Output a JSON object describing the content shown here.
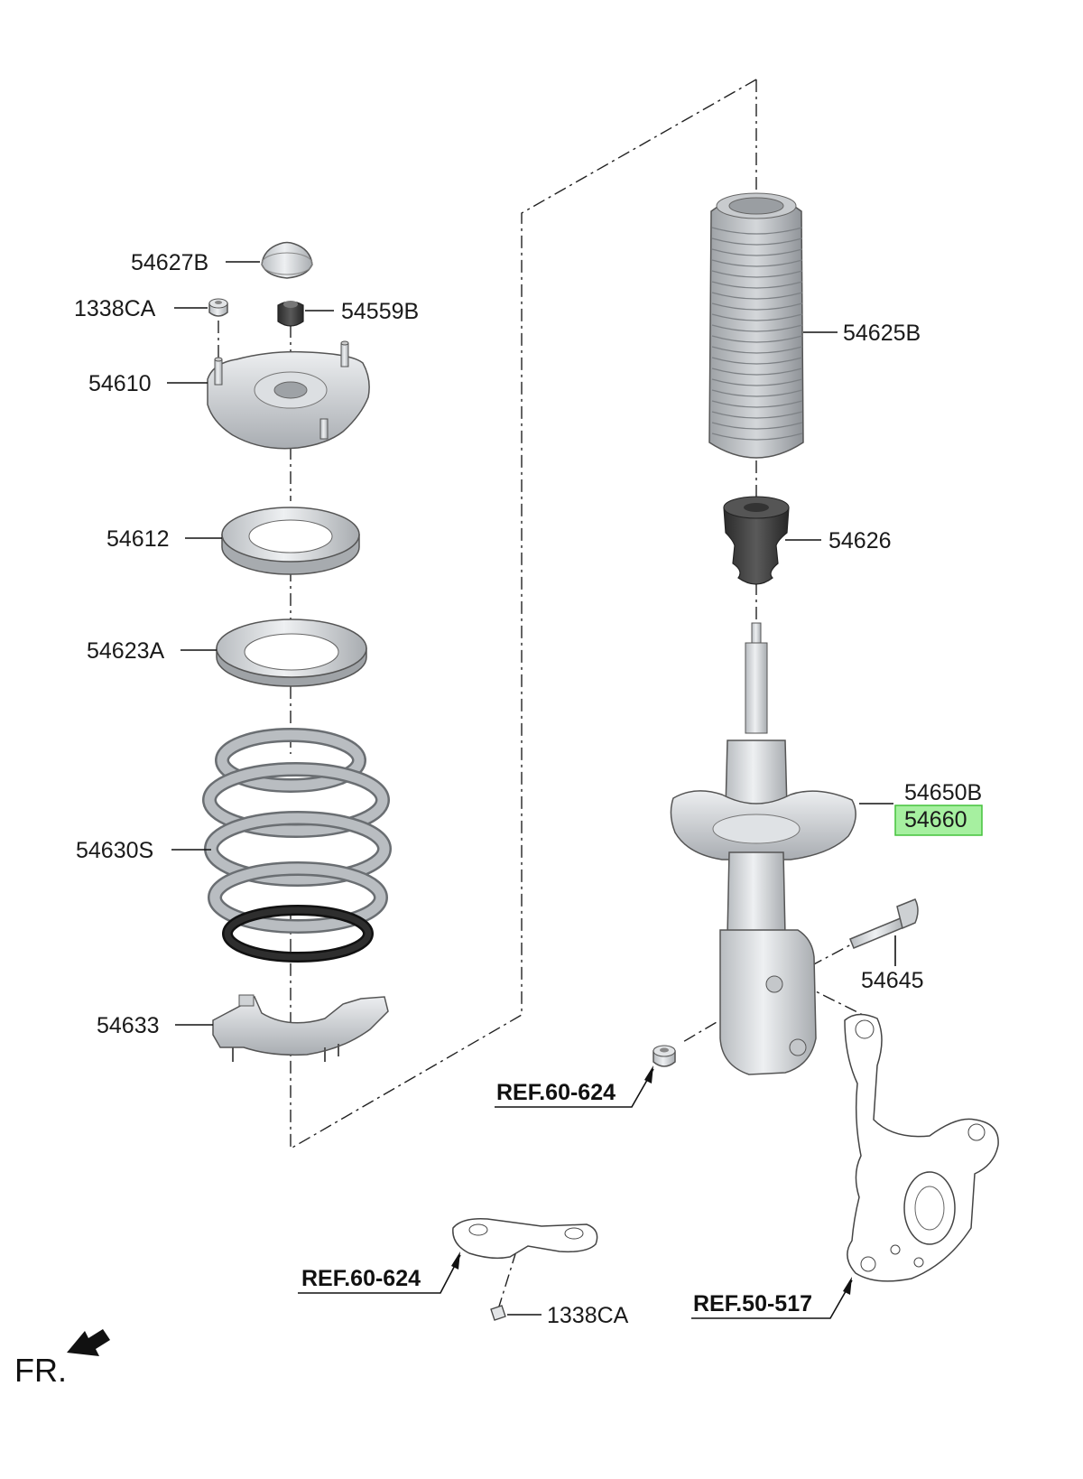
{
  "parts": {
    "p54627B": "54627B",
    "p1338CA_top": "1338CA",
    "p54559B": "54559B",
    "p54610": "54610",
    "p54612": "54612",
    "p54623A": "54623A",
    "p54630S": "54630S",
    "p54633": "54633",
    "p54625B": "54625B",
    "p54626": "54626",
    "p54650B": "54650B",
    "p54660": "54660",
    "p54645": "54645",
    "p1338CA_bottom": "1338CA"
  },
  "refs": {
    "ref_60_624_a": "REF.60-624",
    "ref_60_624_b": "REF.60-624",
    "ref_50_517": "REF.50-517"
  },
  "orientation": {
    "label": "FR.",
    "icon": "front-direction-arrow-icon"
  },
  "highlight": {
    "part": "54660",
    "fill": "#a6f0a0",
    "border": "#45c23c"
  }
}
